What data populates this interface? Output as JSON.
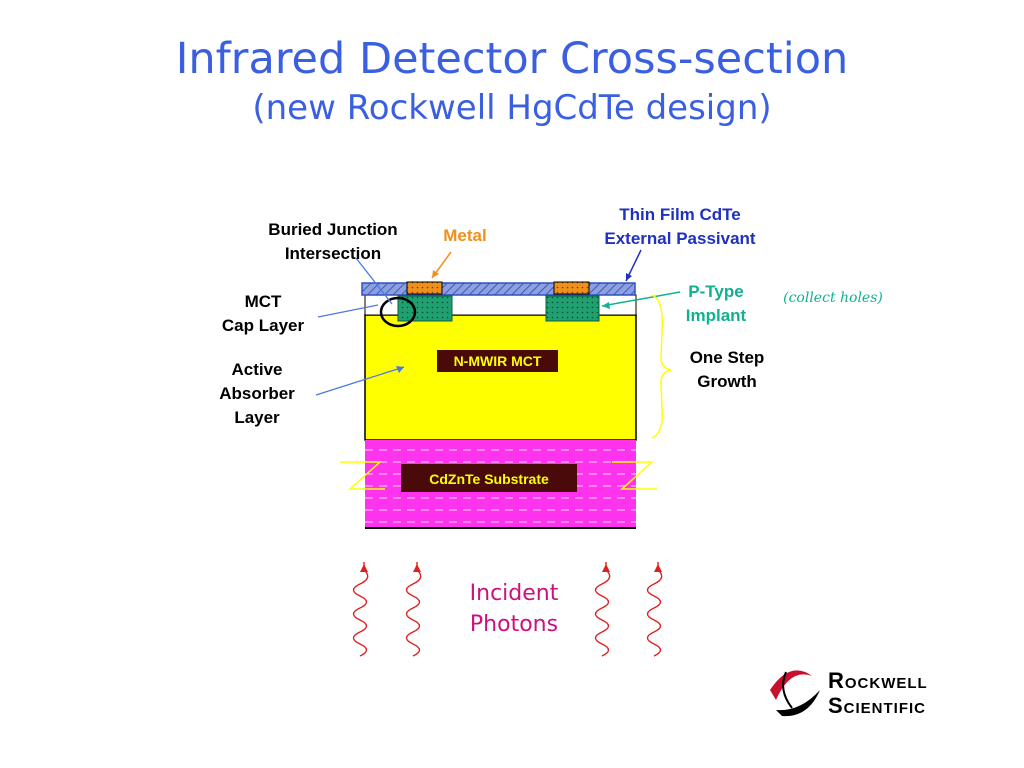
{
  "title": "Infrared Detector Cross-section",
  "subtitle": "(new Rockwell HgCdTe design)",
  "labels": {
    "buried_junction": [
      "Buried Junction",
      "Intersection"
    ],
    "metal": "Metal",
    "thin_film": [
      "Thin Film CdTe",
      "External Passivant"
    ],
    "ptype": [
      "P-Type",
      "Implant"
    ],
    "collect_holes": "(collect holes)",
    "mct_cap": [
      "MCT",
      "Cap Layer"
    ],
    "one_step": [
      "One Step",
      "Growth"
    ],
    "active": [
      "Active",
      "Absorber",
      "Layer"
    ],
    "nmwir": "N-MWIR MCT",
    "substrate": "CdZnTe Substrate",
    "incident": [
      "Incident",
      "Photons"
    ]
  },
  "logo": {
    "line1": "Rockwell",
    "line2": "Scientific"
  },
  "colors": {
    "title": "#3a5fe0",
    "absorber": "#ffff00",
    "substrate": "#ff33ee",
    "implant": "#20a070",
    "metal": "#f0901c",
    "passivant": "#6f87d8",
    "photons": "#dd2020",
    "metal_label": "#f0901c",
    "thin_film_label": "#2030c0",
    "ptype_label": "#10b090",
    "incident_label": "#cc1080"
  }
}
